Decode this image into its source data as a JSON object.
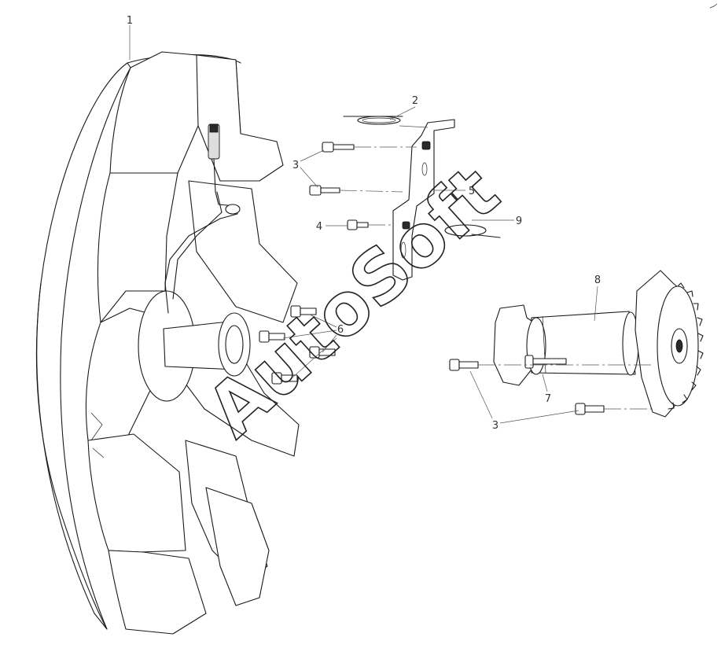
{
  "callouts": [
    {
      "id": "c1",
      "text": "1"
    },
    {
      "id": "c2",
      "text": "2"
    },
    {
      "id": "c3a",
      "text": "3"
    },
    {
      "id": "c3b",
      "text": "3"
    },
    {
      "id": "c4",
      "text": "4"
    },
    {
      "id": "c5",
      "text": "5"
    },
    {
      "id": "c6",
      "text": "6"
    },
    {
      "id": "c7",
      "text": "7"
    },
    {
      "id": "c8",
      "text": "8"
    },
    {
      "id": "c9",
      "text": "9"
    }
  ],
  "watermark": "AutoSoft"
}
